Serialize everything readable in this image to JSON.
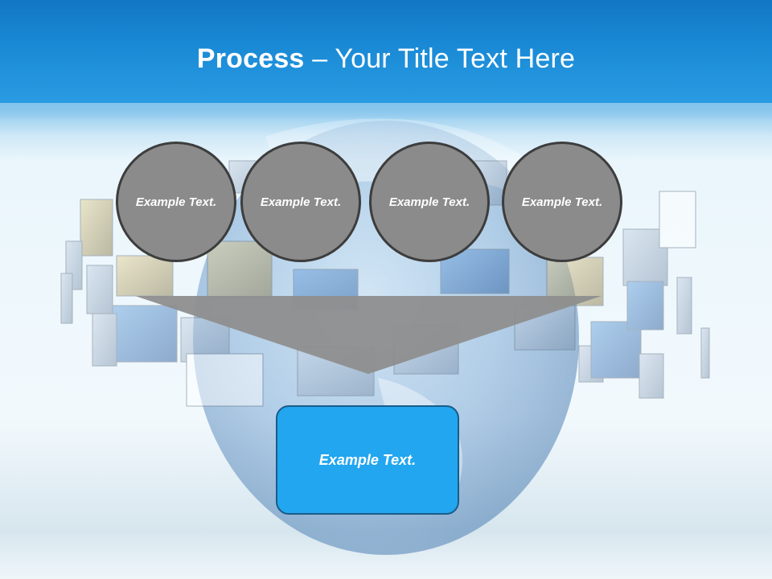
{
  "slide": {
    "title_bold": "Process",
    "title_rest": " – Your Title Text Here"
  },
  "circles": [
    {
      "label": "Example Text."
    },
    {
      "label": "Example Text."
    },
    {
      "label": "Example Text."
    },
    {
      "label": "Example Text."
    }
  ],
  "result": {
    "label": "Example Text."
  },
  "colors": {
    "header": "#1a8ad6",
    "circle_fill": "#8b8b8b",
    "circle_border": "#3d3d3d",
    "funnel": "#8e8e8e",
    "result_fill": "#22a6ef"
  }
}
